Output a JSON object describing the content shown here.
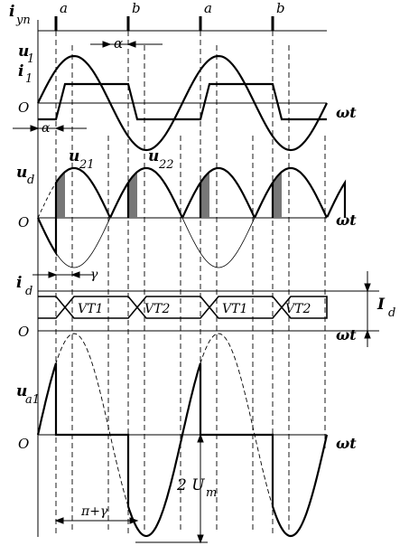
{
  "top_markers": {
    "a": "a",
    "b": "b"
  },
  "y_axis": {
    "i": "i",
    "i_sub": "yn"
  },
  "panel1": {
    "u": "u",
    "u_sub": "1",
    "i": "i",
    "i_sub": "1",
    "origin": "O",
    "axis": "ωt",
    "alpha_top": "α",
    "alpha_bottom": "α"
  },
  "panel2": {
    "u": "u",
    "u_sub": "d",
    "u21": "u",
    "u21_sub": "21",
    "u22": "u",
    "u22_sub": "22",
    "origin": "O",
    "axis": "ωt",
    "gamma": "γ"
  },
  "panel3": {
    "i": "i",
    "i_sub": "d",
    "origin": "O",
    "axis": "ωt",
    "segments": [
      "VT1",
      "VT2",
      "VT1",
      "VT2"
    ],
    "Id": "I",
    "Id_sub": "d"
  },
  "panel4": {
    "u": "u",
    "u_sub": "a1",
    "origin": "O",
    "axis": "ωt",
    "amplitude": "2 U",
    "amplitude_sub": "m",
    "pi_gamma": "π+γ"
  }
}
